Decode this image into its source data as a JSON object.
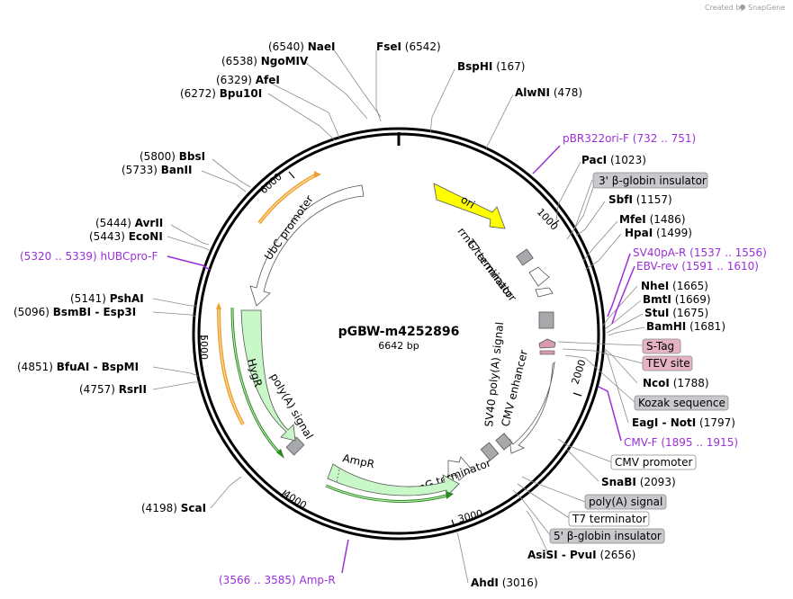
{
  "credit": "Created by",
  "brand": "SnapGene",
  "plasmid": {
    "name": "pGBW-m4252896",
    "size": "6642 bp"
  },
  "ticks": [
    "1000",
    "2000",
    "3000",
    "4000",
    "5000",
    "6000"
  ],
  "enzymes": [
    {
      "pos": "(6540)",
      "name": "NaeI"
    },
    {
      "name": "FseI",
      "pos": "(6542)"
    },
    {
      "pos": "(6538)",
      "name": "NgoMIV"
    },
    {
      "pos": "(6329)",
      "name": "AfeI"
    },
    {
      "pos": "(6272)",
      "name": "Bpu10I"
    },
    {
      "name": "BspHI",
      "pos": "(167)"
    },
    {
      "name": "AlwNI",
      "pos": "(478)"
    },
    {
      "pos": "(5800)",
      "name": "BbsI"
    },
    {
      "pos": "(5733)",
      "name": "BanII"
    },
    {
      "name": "PacI",
      "pos": "(1023)"
    },
    {
      "name": "SbfI",
      "pos": "(1157)"
    },
    {
      "name": "MfeI",
      "pos": "(1486)"
    },
    {
      "name": "HpaI",
      "pos": "(1499)"
    },
    {
      "pos": "(5444)",
      "name": "AvrII"
    },
    {
      "pos": "(5443)",
      "name": "EcoNI"
    },
    {
      "name": "NheI",
      "pos": "(1665)"
    },
    {
      "name": "BmtI",
      "pos": "(1669)"
    },
    {
      "name": "StuI",
      "pos": "(1675)"
    },
    {
      "name": "BamHI",
      "pos": "(1681)"
    },
    {
      "pos": "(5141)",
      "name": "PshAI"
    },
    {
      "pos": "(5096)",
      "name": "BsmBI",
      "sep": " - ",
      "name2": "Esp3I"
    },
    {
      "name": "NcoI",
      "pos": "(1788)"
    },
    {
      "pos": "(4851)",
      "name": "BfuAI",
      "sep": " - ",
      "name2": "BspMI"
    },
    {
      "pos": "(4757)",
      "name": "RsrII"
    },
    {
      "name": "EagI",
      "sep": " - ",
      "name2": "NotI",
      "pos": "(1797)"
    },
    {
      "name": "SnaBI",
      "pos": "(2093)"
    },
    {
      "pos": "(4198)",
      "name": "ScaI"
    },
    {
      "name": "AsiSI",
      "sep": " - ",
      "name2": "PvuI",
      "pos": "(2656)"
    },
    {
      "name": "AhdI",
      "pos": "(3016)"
    }
  ],
  "primers": [
    {
      "name": "pBR322ori-F",
      "range": "(732 .. 751)"
    },
    {
      "name": "SV40pA-R",
      "range": "(1537 .. 1556)"
    },
    {
      "name": "EBV-rev",
      "range": "(1591 .. 1610)"
    },
    {
      "name": "CMV-F",
      "range": "(1895 .. 1915)"
    },
    {
      "range": "(5320 .. 5339)",
      "name": "hUBCpro-F"
    },
    {
      "range": "(3566 .. 3585)",
      "name": "Amp-R"
    }
  ],
  "feature_boxes": [
    {
      "text": "3' β-globin insulator",
      "style": "grey"
    },
    {
      "text": "S-Tag",
      "style": "pink"
    },
    {
      "text": "TEV site",
      "style": "pink"
    },
    {
      "text": "Kozak sequence",
      "style": "grey"
    },
    {
      "text": "CMV promoter",
      "style": "white"
    },
    {
      "text": "poly(A) signal",
      "style": "grey"
    },
    {
      "text": "T7 terminator",
      "style": "white"
    },
    {
      "text": "5' β-globin insulator",
      "style": "grey"
    }
  ],
  "inner_labels": {
    "ori": "ori",
    "rrng1": "rrnG terminator",
    "t7": "T7 terminator",
    "sv40": "SV40 poly(A) signal",
    "cmv_enh": "CMV enhancer",
    "rrng2": "rrnG terminator",
    "ampr": "AmpR",
    "polya": "poly(A) signal",
    "hygr": "HygR",
    "ubc": "UbC promoter"
  },
  "colors": {
    "ori": "#ffff00",
    "marker": "#c8f7c8",
    "promoter": "#ffffff",
    "terminator_box": "#a7a9ac",
    "tag": "#d89ab0",
    "primer": "#9b30d9",
    "orange_bar": "#f0a030",
    "green_bar": "#2d8a1f"
  }
}
